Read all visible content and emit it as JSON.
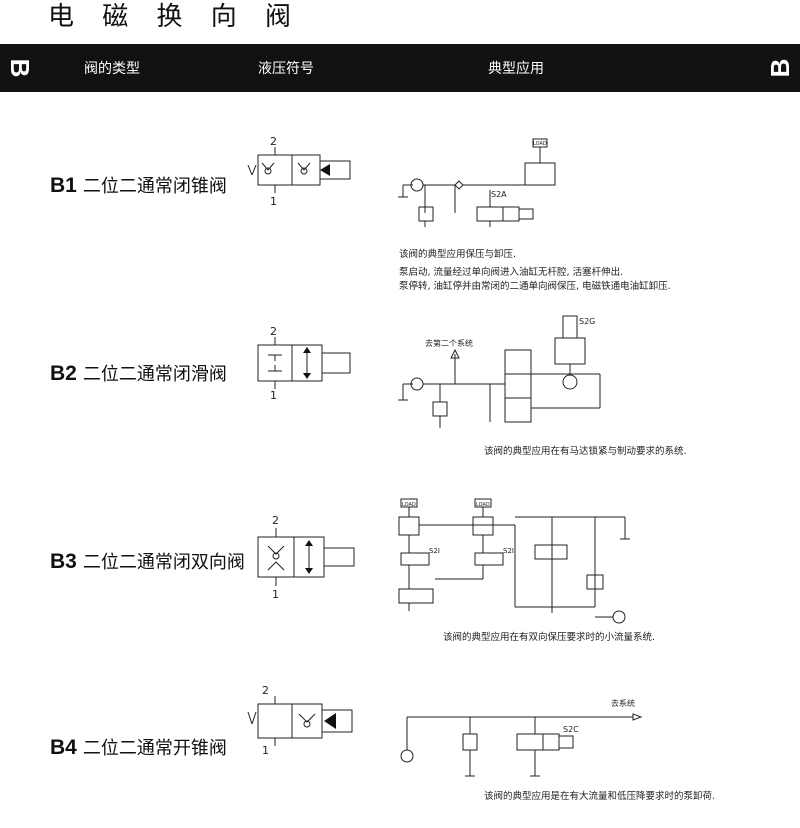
{
  "page": {
    "title": "电 磁 换 向 阀",
    "tab_letter": "B",
    "columns": [
      "阀的类型",
      "液压符号",
      "典型应用"
    ]
  },
  "rows": [
    {
      "code": "B1",
      "name": "二位二通常闭锥阀",
      "port_top": "2",
      "port_bottom": "1",
      "solenoid_tag": "S2A",
      "load_tag": "LOAD",
      "notes": [
        "该阀的典型应用保压与卸压.",
        "泵启动, 流量经过单向阀进入油缸无杆腔, 活塞杆伸出.",
        "泵停转, 油缸停并由常闭的二通单向阀保压, 电磁铁通电油缸卸压."
      ]
    },
    {
      "code": "B2",
      "name": "二位二通常闭滑阀",
      "port_top": "2",
      "port_bottom": "1",
      "solenoid_tag": "S2G",
      "flow_label": "去第二个系统",
      "notes": [
        "该阀的典型应用在有马达锁紧与制动要求的系统."
      ]
    },
    {
      "code": "B3",
      "name": "二位二通常闭双向阀",
      "port_top": "2",
      "port_bottom": "1",
      "solenoid_tag": "S2I",
      "load_tag": "LOAD",
      "notes": [
        "该阀的典型应用在有双向保压要求时的小流量系统."
      ]
    },
    {
      "code": "B4",
      "name": "二位二通常开锥阀",
      "port_top": "2",
      "port_bottom": "1",
      "solenoid_tag": "S2C",
      "flow_label": "去系统",
      "notes": [
        "该阀的典型应用是在有大流量和低压降要求时的泵卸荷."
      ]
    }
  ]
}
